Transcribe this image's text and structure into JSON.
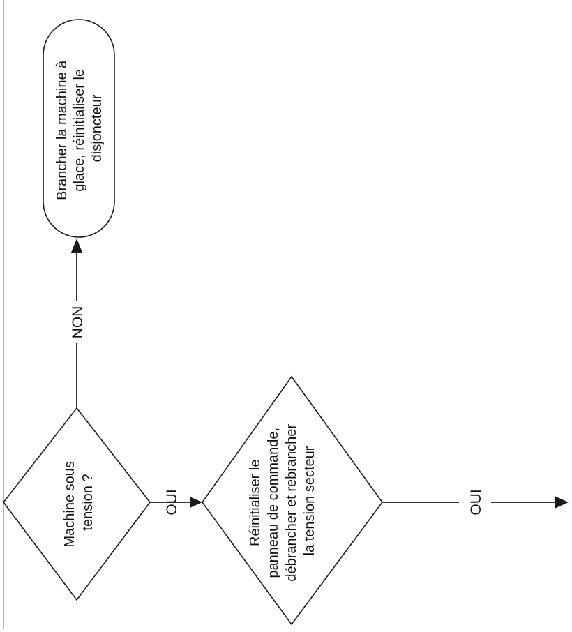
{
  "diagram": {
    "nodes": {
      "decision_power": {
        "label_lines": [
          "Machine sous",
          "tension ?"
        ]
      },
      "terminal_plug_in": {
        "label_lines": [
          "Brancher la machine à",
          "glace, réinitialiser le",
          "disjoncteur"
        ]
      },
      "decision_reset": {
        "label_lines": [
          "Réinitialiser le",
          "panneau de commande,",
          "débrancher et rebrancher",
          "la tension secteur"
        ]
      }
    },
    "edges": {
      "no": {
        "label": "NON"
      },
      "yes_1": {
        "label": "OUI"
      },
      "yes_2": {
        "label": "OUI"
      }
    }
  },
  "colors": {
    "stroke": "#1a1a1a",
    "text": "#111111",
    "frame": "#9a9a9a",
    "background": "#ffffff"
  }
}
